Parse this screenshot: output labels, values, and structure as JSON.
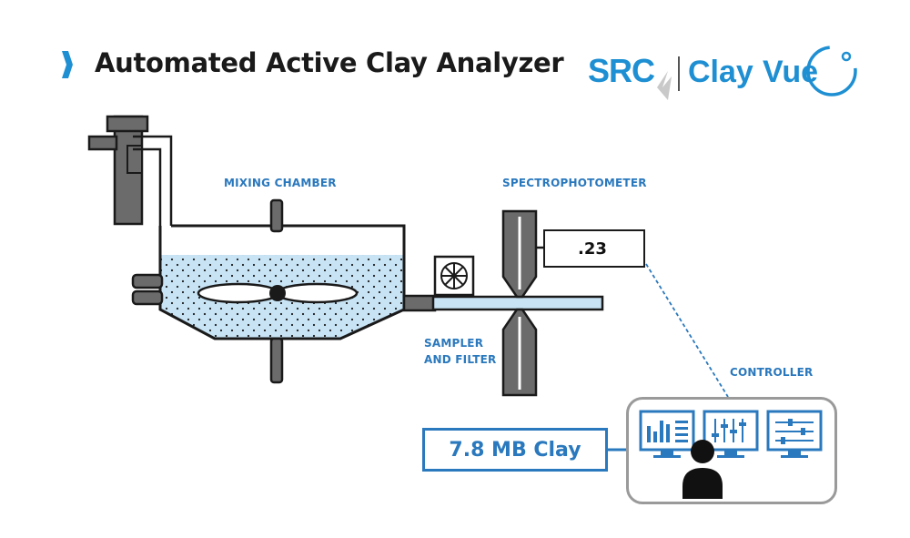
{
  "title": "Automated Active Clay Analyzer",
  "logo": {
    "brand_left": "SRC",
    "brand_right_a": "Clay",
    "brand_right_b": "Vue"
  },
  "labels": {
    "mixing_chamber": "MIXING CHAMBER",
    "spectrophotometer": "SPECTROPHOTOMETER",
    "sampler_line1": "SAMPLER",
    "sampler_line2": "AND FILTER",
    "controller": "CONTROLLER"
  },
  "readout": ".23",
  "result": "7.8 MB Clay",
  "colors": {
    "accent_blue": "#2a78bd",
    "logo_blue": "#1e8fd2",
    "liquid": "#c7e3f4",
    "outline": "#1a1a1a",
    "metal": "#6b6b6b",
    "controller_border": "#9a9a9a"
  },
  "icons": {
    "title_marker": "chevron-right-icon",
    "controller_user": "person-icon",
    "monitors": [
      "bar-chart-monitor-icon",
      "sliders-monitor-icon",
      "timeline-monitor-icon"
    ],
    "fan": "fan-icon"
  }
}
